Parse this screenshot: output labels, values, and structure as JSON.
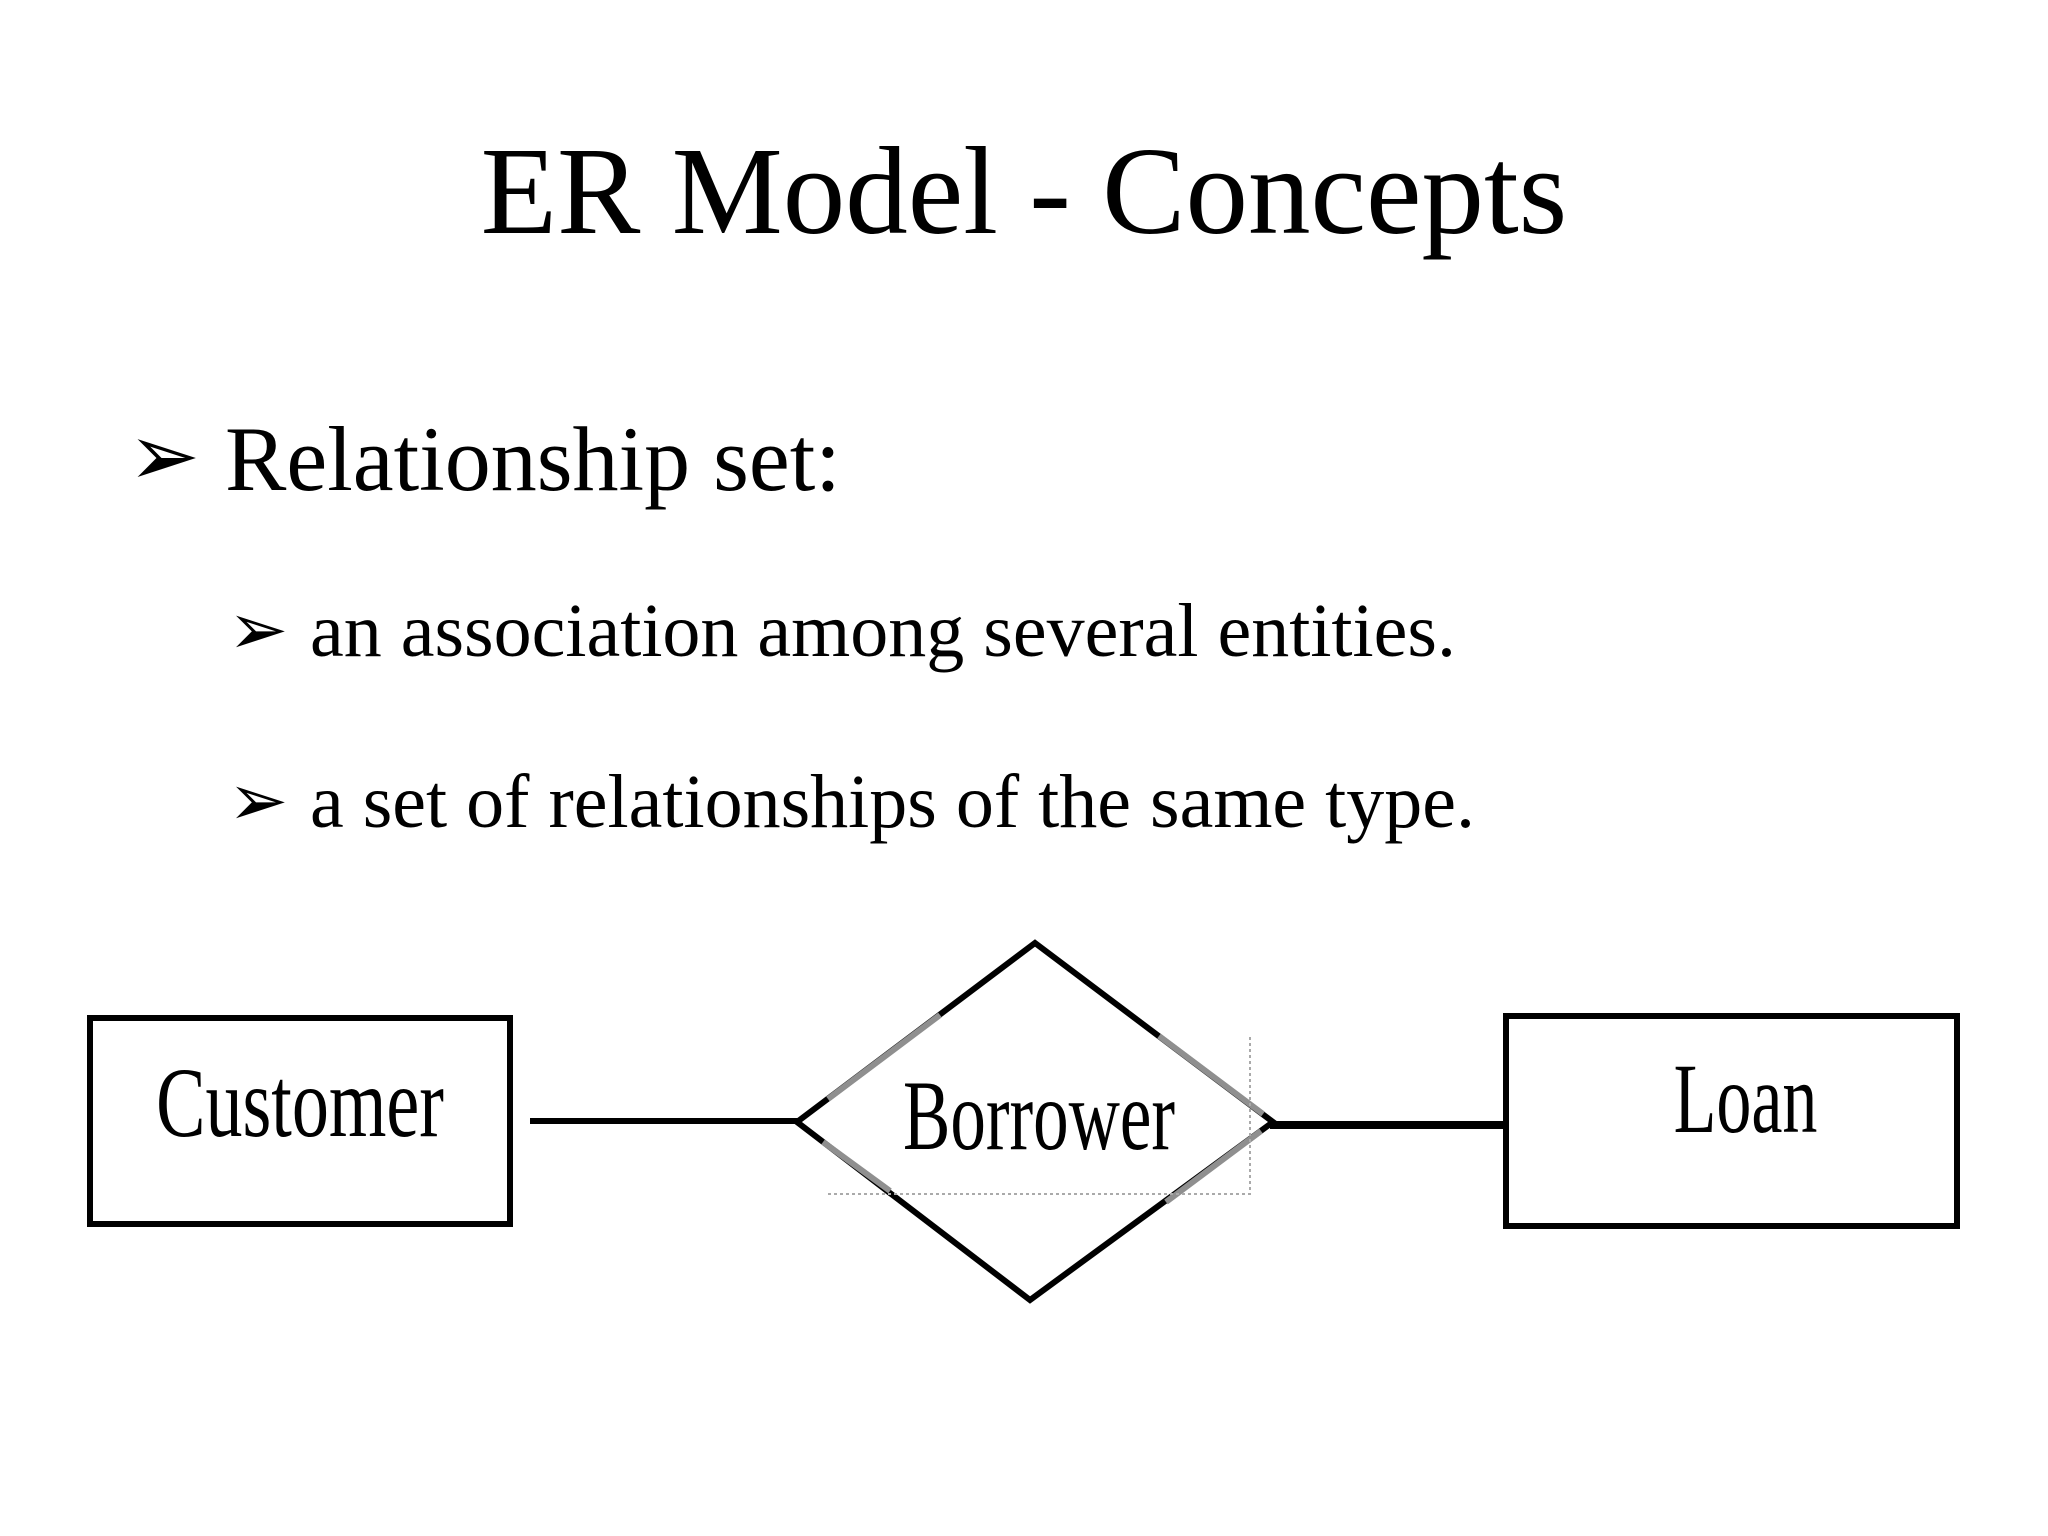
{
  "slide": {
    "title": "ER Model - Concepts",
    "bullets": [
      {
        "level": 1,
        "marker": "➢",
        "text": "Relationship set:"
      },
      {
        "level": 2,
        "marker": "➢",
        "text": "an association among several entities."
      },
      {
        "level": 2,
        "marker": "➢",
        "text": "a set of relationships of the same type."
      }
    ],
    "diagram": {
      "entities": [
        {
          "label": "Customer"
        },
        {
          "label": "Loan"
        }
      ],
      "relationship": {
        "label": "Borrower"
      },
      "colors": {
        "background": "#ffffff",
        "text": "#000000",
        "shape_stroke": "#000000",
        "ghost_stroke": "#8f8f8f",
        "textbox_outline": "#aaaaaa"
      }
    }
  }
}
